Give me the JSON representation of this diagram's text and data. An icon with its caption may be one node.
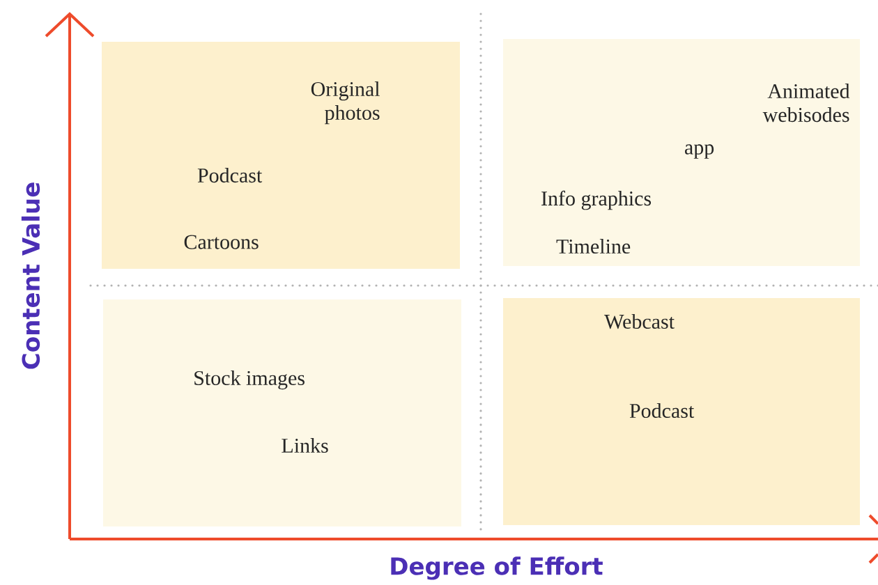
{
  "diagram": {
    "nodes": [
      {
        "text": [],
        "shape": "box"
      },
      {
        "text": [
          "Original photos"
        ],
        "in": 0
      },
      {
        "text": [
          "Podcast"
        ],
        "in": 0
      },
      {
        "text": [
          "Cartoons"
        ],
        "in": 0
      },
      {
        "text": [],
        "shape": "box"
      },
      {
        "text": [
          "Animated webisodes"
        ],
        "in": 4
      },
      {
        "text": [
          "app"
        ],
        "in": 4
      },
      {
        "text": [
          "Info graphics"
        ],
        "in": 4
      },
      {
        "text": [
          "Timeline"
        ],
        "in": 4
      },
      {
        "text": [],
        "shape": "box"
      },
      {
        "text": [
          "Stock images"
        ],
        "in": 9
      },
      {
        "text": [
          "Links"
        ],
        "in": 9
      },
      {
        "text": [],
        "shape": "box"
      },
      {
        "text": [
          "Webcast"
        ],
        "in": 12
      },
      {
        "text": [
          "Podcast"
        ],
        "in": 12
      }
    ],
    "edges": [],
    "labels": [
      "Content Value",
      "Degree of Effort"
    ]
  }
}
